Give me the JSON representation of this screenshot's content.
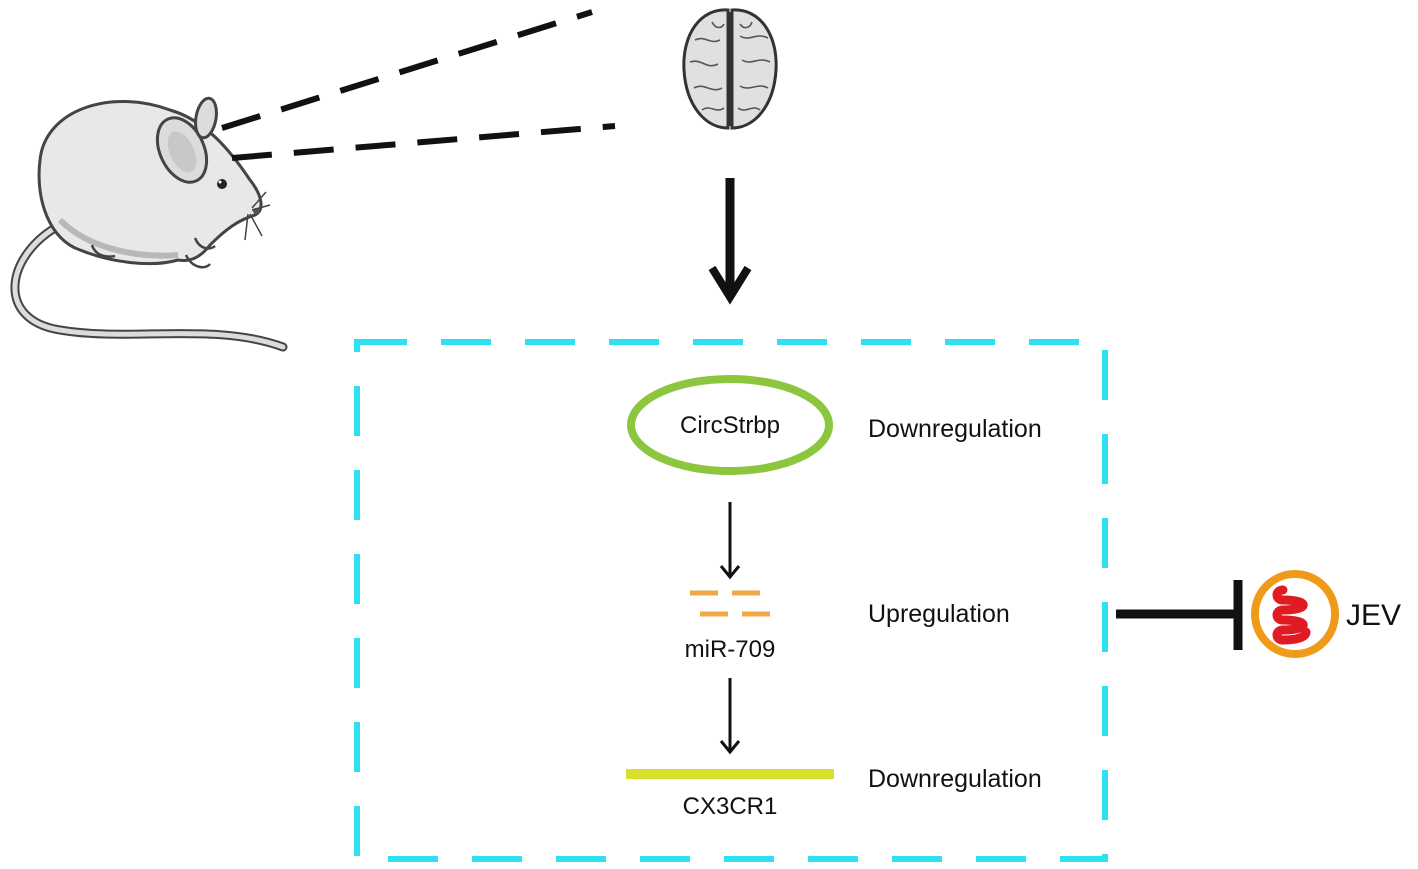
{
  "labels": {
    "circrna": "CircStrbp",
    "mirna": "miR-709",
    "gene": "CX3CR1",
    "virus": "JEV"
  },
  "regulation": {
    "circrna": "Downregulation",
    "mirna": "Upregulation",
    "gene": "Downregulation"
  },
  "colors": {
    "box_border": "#2ee0f0",
    "circrna_ring": "#8cc63f",
    "mirna_strands": "#f0a844",
    "gene_bar": "#d8e02a",
    "virus_capsid": "#f09a1a",
    "virus_rna": "#e01b24",
    "arrows": "#111111"
  },
  "icons": {
    "mouse": "mouse-illustration",
    "brain": "brain-illustration",
    "virus": "virus-icon"
  }
}
